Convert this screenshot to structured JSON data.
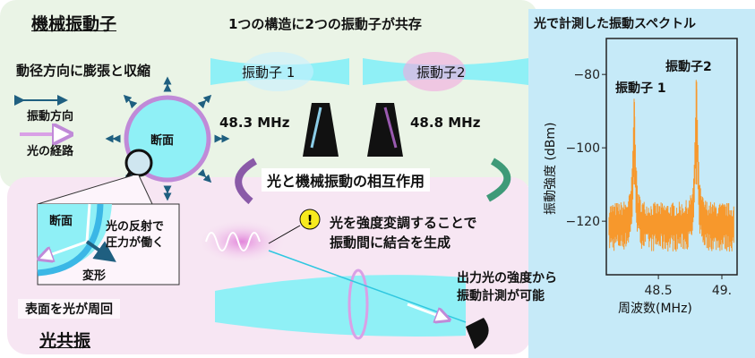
{
  "mechanical": {
    "title": "機械振動子",
    "coexist": "1つの構造に2つの振動子が共存",
    "radial": "動径方向に膨張と収縮",
    "legend_vibration": "振動方向",
    "legend_light": "光の経路",
    "cross_section": "断面",
    "resonator1": "振動子 1",
    "resonator2": "振動子2",
    "freq1": "48.3 MHz",
    "freq2": "48.8 MHz",
    "interaction": "光と機械振動の相互作用"
  },
  "optical": {
    "inset_cross_section": "断面",
    "inset_pressure_1": "光の反射で",
    "inset_pressure_2": "圧力が働く",
    "inset_deform": "変形",
    "modulation_1": "光を強度変調することで",
    "modulation_2": "振動間に結合を生成",
    "output_1": "出力光の強度から",
    "output_2": "振動計測が可能",
    "surface": "表面を光が周回",
    "title": "光共振"
  },
  "colors": {
    "green_panel": "#eaf4e6",
    "pink_panel": "#f7e6f3",
    "blue_panel": "#c6eaf8",
    "spectrum": "#f7982c",
    "cyan": "#8ff0f6"
  },
  "chart_data": {
    "type": "line",
    "title": "光で計測した振動スペクトル",
    "xlabel": "周波数(MHz)",
    "ylabel": "振動強度 (dBm)",
    "xlim": [
      48.09,
      49.12
    ],
    "ylim": [
      -134.6,
      -70.2
    ],
    "xticks": [
      48.5,
      49.0
    ],
    "xtick_labels": [
      "48.5",
      "49."
    ],
    "yticks": [
      -80,
      -100,
      -120
    ],
    "ytick_labels": [
      "−80",
      "−100",
      "−120"
    ],
    "noise_floor": [
      -126,
      -117
    ],
    "peaks": [
      {
        "name": "振動子 1",
        "x": 48.31,
        "y": -87.5
      },
      {
        "name": "振動子2",
        "x": 48.8,
        "y": -82
      }
    ]
  }
}
